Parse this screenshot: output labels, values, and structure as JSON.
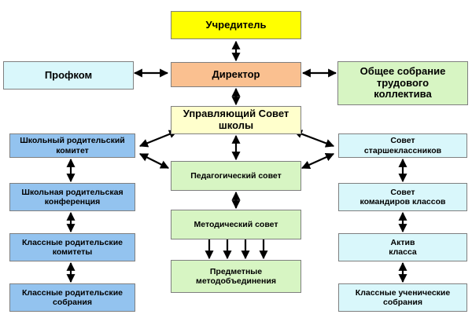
{
  "colors": {
    "yellow": "#ffff00",
    "orange": "#fac090",
    "cyan": "#d9f7fb",
    "green": "#d7f5c3",
    "blue": "#93c3ef",
    "arrow": "#000000"
  },
  "nodes": {
    "founder": "Учредитель",
    "director": "Директор",
    "profkom": "Профком",
    "general_meeting": "Общее собрание\nтрудового\nколлектива",
    "governing_council": "Управляющий Совет\nшколы",
    "pedagogical_council": "Педагогический совет",
    "methodical_council": "Методический совет",
    "subject_associations": "Предметные\nметодобъединения",
    "school_parent_committee": "Школьный родительский\nкомитет",
    "school_parent_conference": "Школьная родительская\nконференция",
    "class_parent_committees": "Классные родительские\nкомитеты",
    "class_parent_meetings": "Классные родительские\nсобрания",
    "senior_council": "Совет\nстаршеклассников",
    "class_commanders_council": "Совет\nкомандиров классов",
    "class_activists": "Актив\nкласса",
    "class_student_meetings": "Классные ученические\nсобрания"
  }
}
